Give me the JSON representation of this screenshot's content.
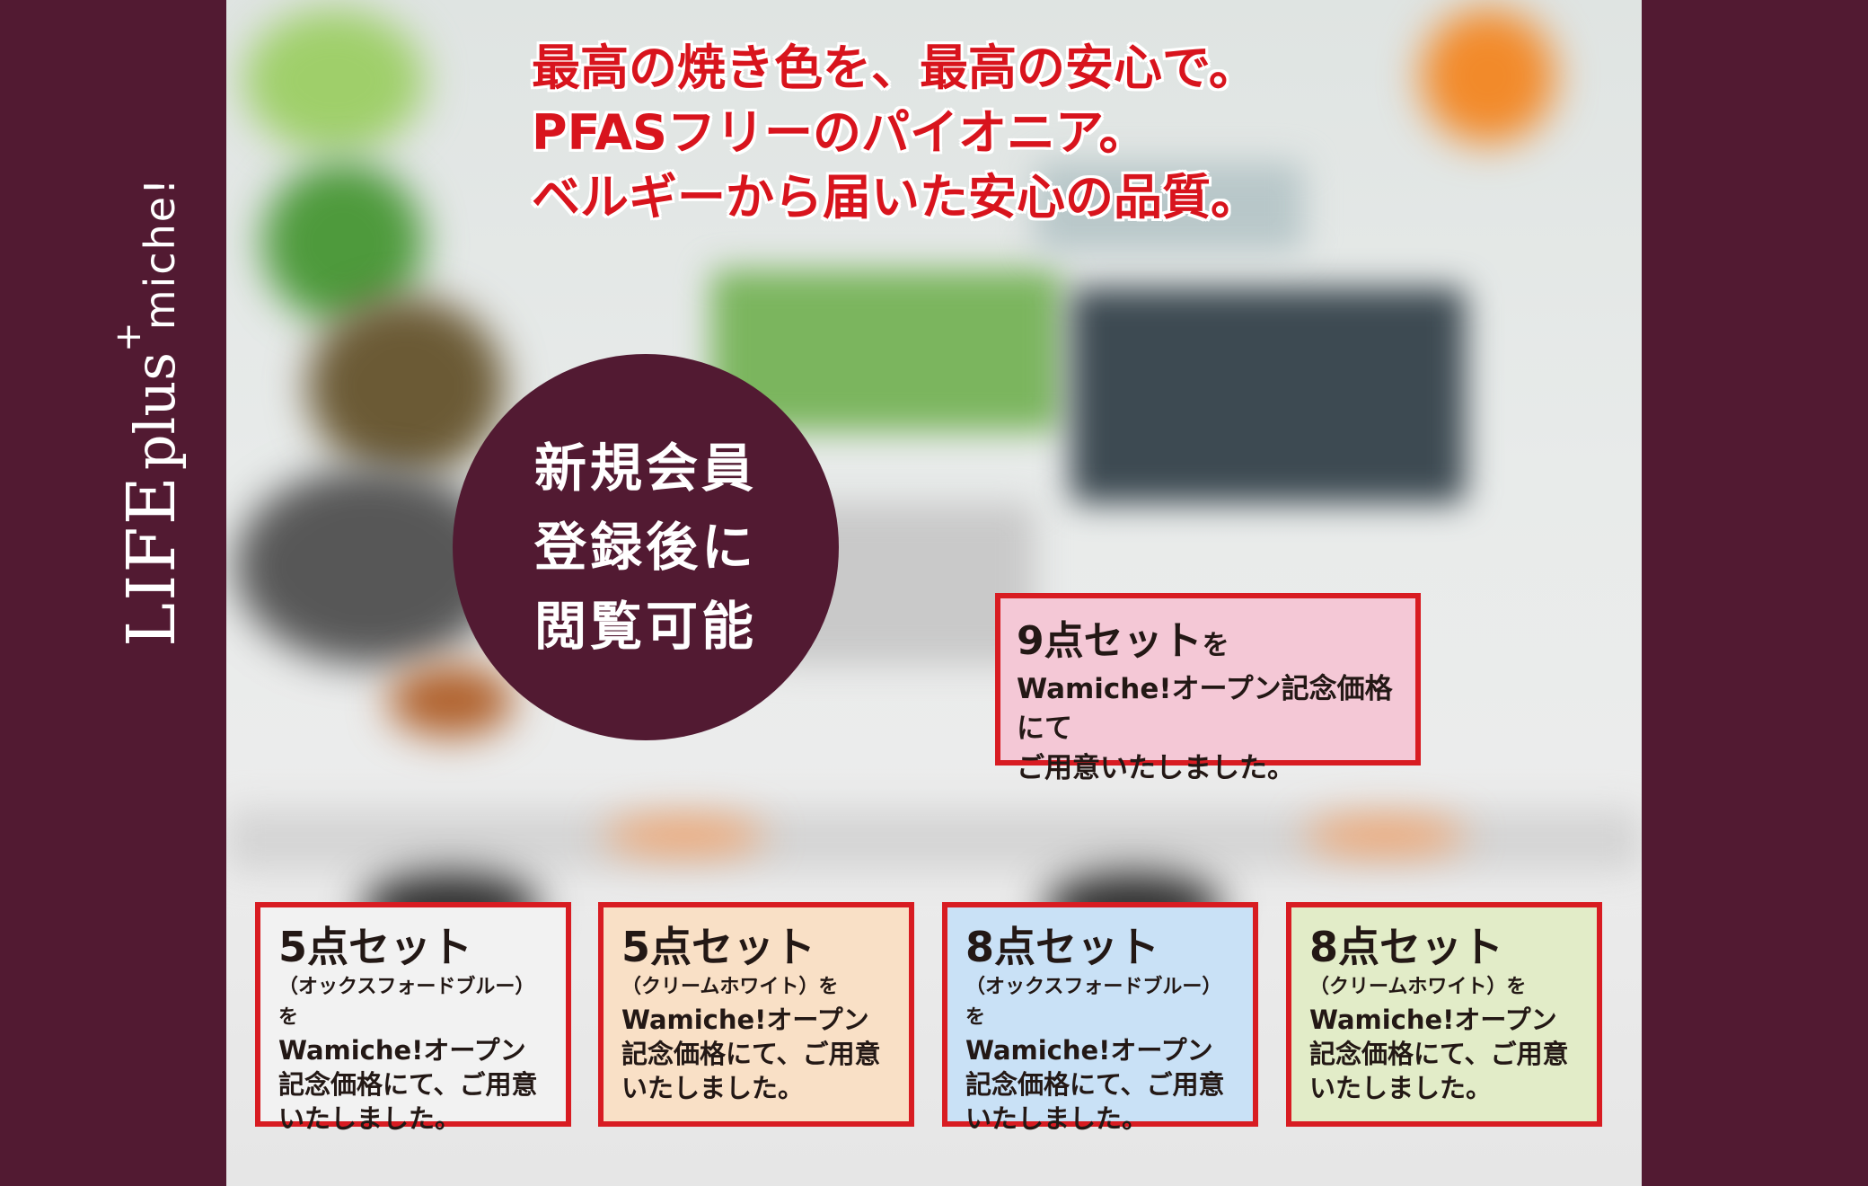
{
  "brand": {
    "life": "LIFE",
    "plus": "plus",
    "plus_mark": "+",
    "miche": "miche!"
  },
  "headline": {
    "line1": "最高の焼き色を、最高の安心で。",
    "line2": "PFASフリーのパイオニア。",
    "line3": "ベルギーから届いた安心の品質。"
  },
  "members_badge": {
    "line1": "新規会員",
    "line2": "登録後に",
    "line3": "閲覧可能"
  },
  "promo_main": {
    "title": "9点セット",
    "particle": "を",
    "line2": "Wamiche!オープン記念価格にて",
    "line3": "ご用意いたしました。"
  },
  "cards": [
    {
      "title": "5点セット",
      "variant": "（オックスフォードブルー）を",
      "line1": "Wamiche!オープン",
      "line2": "記念価格にて、ご用意",
      "line3": "いたしました。"
    },
    {
      "title": "5点セット",
      "variant": "（クリームホワイト）を",
      "line1": "Wamiche!オープン",
      "line2": "記念価格にて、ご用意",
      "line3": "いたしました。"
    },
    {
      "title": "8点セット",
      "variant": "（オックスフォードブルー）を",
      "line1": "Wamiche!オープン",
      "line2": "記念価格にて、ご用意",
      "line3": "いたしました。"
    },
    {
      "title": "8点セット",
      "variant": "（クリームホワイト）を",
      "line1": "Wamiche!オープン",
      "line2": "記念価格にて、ご用意",
      "line3": "いたしました。"
    }
  ],
  "colors": {
    "maroon": "#521a32",
    "red": "#d8141d",
    "pink_box": "#f4c8d6",
    "grey_card": "#f2f2f2",
    "orange_card": "#f9e0c6",
    "blue_card": "#c9e1f6",
    "green_card": "#e2ecc8"
  }
}
